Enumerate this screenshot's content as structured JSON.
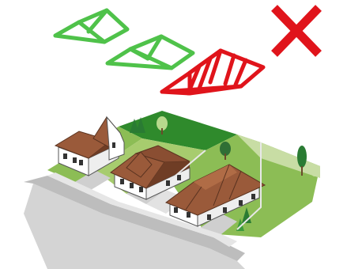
{
  "colors": {
    "approved_outline": "#4fc24a",
    "rejected_outline": "#e0141b",
    "reject_mark": "#e0141b",
    "lawn_dark": "#2f8a2c",
    "lawn_light": "#8cbd55",
    "lawn_pale": "#c8dda4",
    "road": "#c9c9c9",
    "pavement": "#dcdcdc",
    "roof": "#9a5a3a",
    "roof_dark": "#6f3d25",
    "wall": "#ffffff",
    "tree": "#2a7b33"
  },
  "icons": {
    "roof_outline_1": "roof-outline-icon",
    "roof_outline_2": "roof-outline-icon",
    "roof_outline_3": "roof-outline-icon",
    "reject_mark": "cross-mark-icon"
  },
  "roof_outlines": [
    {
      "name": "roof-outline-approved-1",
      "status": "approved"
    },
    {
      "name": "roof-outline-approved-2",
      "status": "approved"
    },
    {
      "name": "roof-outline-rejected",
      "status": "rejected"
    }
  ],
  "houses": [
    {
      "name": "house-back"
    },
    {
      "name": "house-middle"
    },
    {
      "name": "house-front"
    }
  ]
}
